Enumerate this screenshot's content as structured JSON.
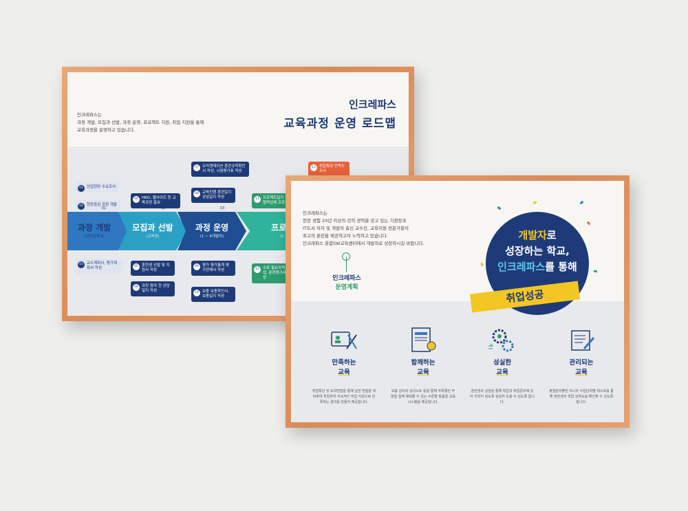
{
  "back_poster": {
    "intro_lines": [
      "인크레파스는",
      "과정 개발, 모집과 선발, 과정 운영, 프로젝트 지원, 취업 지원을 통해",
      "교육과정을 운영하고 있습니다."
    ],
    "title_line1": "인크레파스",
    "title_line2": "교육과정 운영 로드맵",
    "stages": [
      {
        "num": "01",
        "label": "과정 개발",
        "sub": "(과정설계서)"
      },
      {
        "num": "02",
        "label": "모집과 선발",
        "sub": "(교육생)"
      },
      {
        "num": "03",
        "label": "과정 운영",
        "sub": "(1 ~ 6개월차)"
      },
      {
        "num": "",
        "label": "프로젝트 지",
        "sub": "(5 ~ 6개월차)"
      }
    ],
    "boxes": {
      "b01": {
        "n": "01",
        "text": "산업현장 수요조사"
      },
      "b02": {
        "n": "02",
        "text": "현장중심 과정 개발"
      },
      "b03": {
        "n": "03",
        "text": "교수계획서, 평가계획서 작성"
      },
      "b04": {
        "n": "04",
        "text": "HRD, 웹사이트 등 교육과정 홍보"
      },
      "b05": {
        "n": "05",
        "text": "훈련생 선발 및 지원서 작성"
      },
      "b06": {
        "n": "06",
        "text": "과정 참여 전 상담일지 작성"
      },
      "b07": {
        "n": "07",
        "text": "오리엔테이션 훈련규칙확인서 작성, 시험평가표 작성"
      },
      "b08": {
        "n": "08",
        "text": "교육진행 훈련일지 상담일지 작성"
      },
      "b09": {
        "n": "09",
        "text": "평가 평가통계 평가전체서 작성"
      },
      "b10": {
        "n": "10",
        "text": "보충 보충학인서, 보충일지 작성"
      },
      "b11": {
        "n": "11",
        "text": "프로젝트일지 작성 협약업체 프로젝트"
      },
      "b12": {
        "n": "12",
        "text": "수료 필요자격 취업, 훈련평가서 작성"
      },
      "b13": {
        "n": "13",
        "text": "취업특강 만족도조사"
      }
    }
  },
  "front_poster": {
    "intro_lines": [
      "인크레파스는",
      "현장 경험 20년 이상의 강의 경력을 갖고 있는 기관장과",
      "IT도서 저자 및 개발자 출신 교수진, 교육지원 전문가들이",
      "최고의 훈련을 제공하고자 노력하고 있습니다.",
      "인크레파스 융합SW교육센터에서 개발자로 성장하시길 바랍니다."
    ],
    "plan_label_line1": "인크레파스",
    "plan_label_line2": "운영계획",
    "headline": {
      "l1_highlight": "개발자",
      "l1_rest": "로",
      "l2": "성장하는 학교,",
      "l3_highlight": "인크레파스",
      "l3_rest": "를 통해"
    },
    "ribbon_text": "취업성공",
    "colors": {
      "navy": "#1e3a78",
      "yellow": "#f3c623",
      "teal": "#2f9b6e",
      "frame": "#e19a66"
    },
    "items": [
      {
        "icon": "id-card-tools-icon",
        "title_a": "만족하는",
        "title_b": "교육",
        "desc": "취업특강 및 모의면접을 통해 실전 면접을 대비하며 취업까지 지속적인 취업 지원으로 만족하는 결과를 만들어 제공합니다."
      },
      {
        "icon": "document-chart-icon",
        "title_a": "함께하는",
        "title_b": "교육",
        "desc": "보충 강의와 강의노트 등을 통해 부족했던 부분을 함께 채워줄 수 있는 수준별 맞춤형 교육 시스템을 제공합니다."
      },
      {
        "icon": "gears-icon",
        "title_a": "성실한",
        "title_b": "교육",
        "desc": "훈련생과 상담을 통해 학업과 취업준비에 있어 지치지 않도록 성실히 도울 수 있도록 합니다."
      },
      {
        "icon": "scroll-pen-icon",
        "title_a": "관리되는",
        "title_b": "교육",
        "desc": "출결관리뿐만 아니라 수업단위별 테스트를 통해 훈련생의 학업 성취도를 확인할 수 있도록 합니다."
      }
    ]
  }
}
